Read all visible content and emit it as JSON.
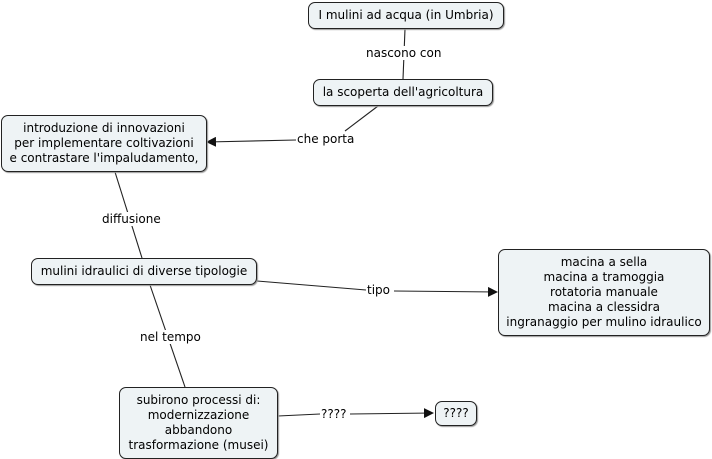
{
  "nodes": {
    "root": "I mulini ad acqua (in Umbria)",
    "agricoltura": "la scoperta dell'agricoltura",
    "innovazioni": "introduzione di innovazioni\nper implementare coltivazioni\ne contrastare l'impaludamento,",
    "mulini": "mulini idraulici di diverse tipologie",
    "tipologie": "macina a sella\nmacina a tramoggia\nrotatoria manuale\nmacina a clessidra\ningranaggio per mulino idraulico",
    "processi": "subirono processi di:\nmodernizzazione\nabbandono\ntrasformazione (musei)",
    "unknown": "????"
  },
  "links": {
    "nascono_con": "nascono con",
    "che_porta": "che porta",
    "diffusione": "diffusione",
    "tipo": "tipo",
    "nel_tempo": "nel tempo",
    "unknown": "????"
  },
  "colors": {
    "node_fill": "#eef3f5",
    "node_border": "#222222",
    "line": "#222222"
  }
}
